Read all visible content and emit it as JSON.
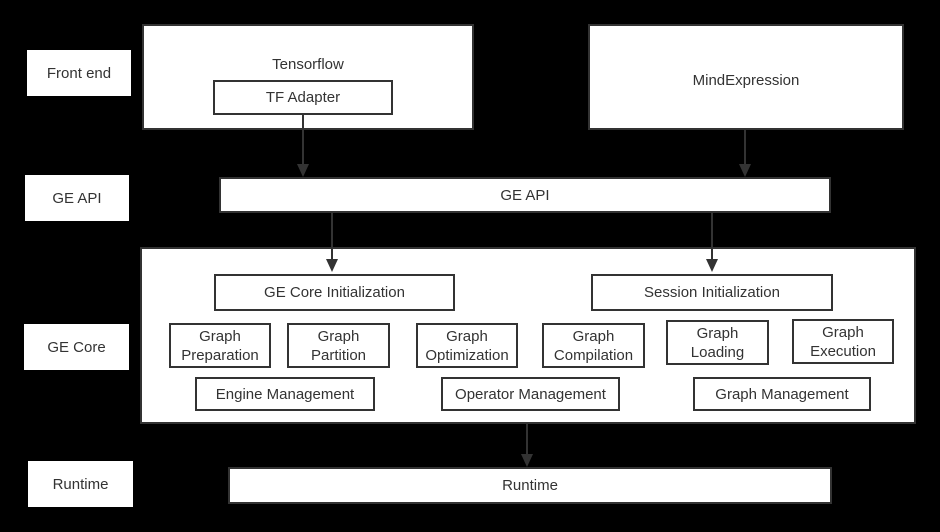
{
  "colors": {
    "background": "#000000",
    "box_fill": "#ffffff",
    "border": "#333333",
    "text": "#333333",
    "arrow": "#333333"
  },
  "row_labels": {
    "front_end": "Front end",
    "ge_api": "GE API",
    "ge_core": "GE Core",
    "runtime": "Runtime"
  },
  "front_end": {
    "tensorflow_title": "Tensorflow",
    "tf_adapter": "TF Adapter",
    "mind_expression": "MindExpression"
  },
  "ge_api_bar_label": "GE API",
  "ge_core": {
    "ge_core_initialization": "GE Core Initialization",
    "session_initialization": "Session Initialization",
    "modules": [
      {
        "line1": "Graph",
        "line2": "Preparation"
      },
      {
        "line1": "Graph",
        "line2": "Partition"
      },
      {
        "line1": "Graph",
        "line2": "Optimization"
      },
      {
        "line1": "Graph",
        "line2": "Compilation"
      },
      {
        "line1": "Graph",
        "line2": "Loading"
      },
      {
        "line1": "Graph",
        "line2": "Execution"
      }
    ],
    "management": [
      "Engine Management",
      "Operator Management",
      "Graph Management"
    ]
  },
  "runtime_bar_label": "Runtime"
}
